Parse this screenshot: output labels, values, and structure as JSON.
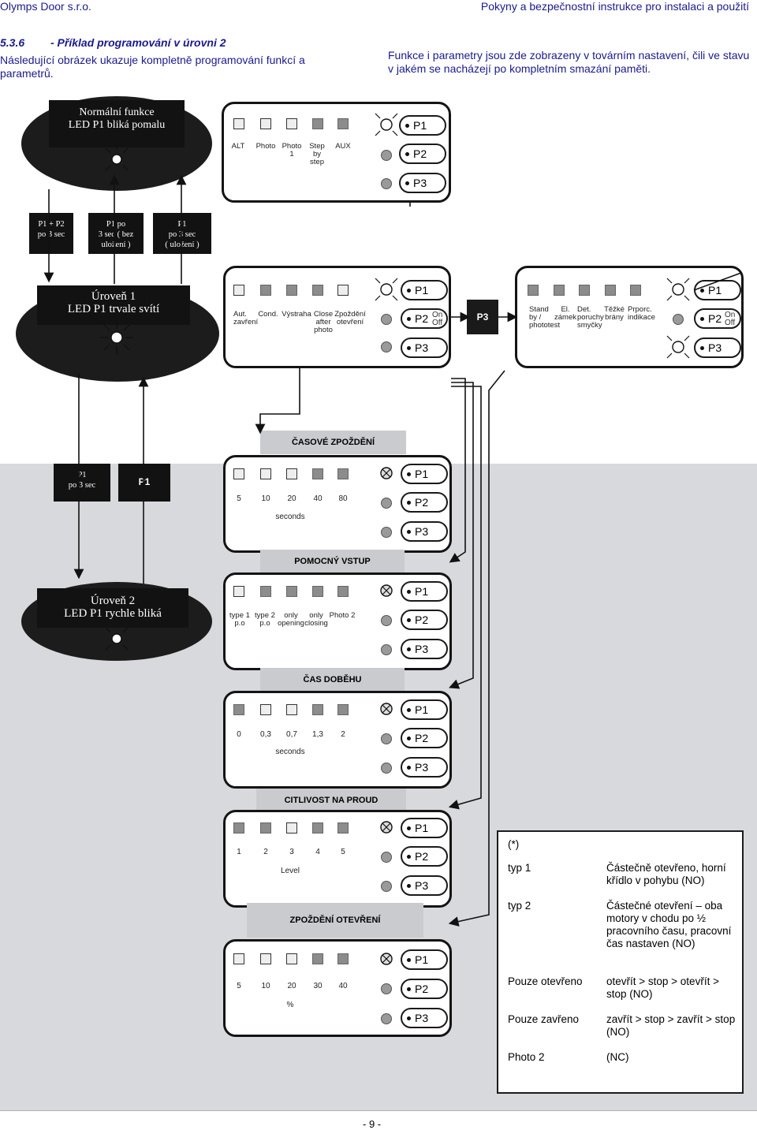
{
  "header": {
    "left": "Olymps Door s.r.o.",
    "right": "Pokyny a bezpečnostní instrukce pro instalaci a použití"
  },
  "section": {
    "number": "5.3.6",
    "title": "-  Příklad programování v úrovni 2",
    "intro_left_1": "Následující obrázek ukazuje kompletně programování funkcí a",
    "intro_left_2": "parametrů.",
    "intro_right_1": "Funkce i parametry jsou zde zobrazeny v továrním nastavení, čili ve stavu",
    "intro_right_2": "v jakém se nacházejí po kompletním smazání paměti."
  },
  "states": {
    "normal": {
      "line1": "Normální funkce",
      "line2": "LED P1 bliká pomalu"
    },
    "level1": {
      "line1": "Úroveň 1",
      "line2": "LED P1 trvale svítí"
    },
    "level2": {
      "line1": "Úroveň 2",
      "line2": "LED P1 rychle bliká"
    }
  },
  "actions": {
    "a1": [
      "P1 + P2",
      "po 3 sec"
    ],
    "a2": [
      "P1  po",
      "3 sec ( bez",
      "uložení )"
    ],
    "a3": [
      "P1",
      "po 3 sec",
      "( uložení )"
    ],
    "a4": [
      "P1",
      "po 3 sec"
    ],
    "a5": "P1"
  },
  "buttons": {
    "p1": "P1",
    "p2": "P2",
    "p3": "P3",
    "p3_dark": "P3",
    "on": "On",
    "off": "Off"
  },
  "panels": {
    "normal": [
      "ALT",
      "Photo",
      "Photo\n1",
      "Step\nby\nstep",
      "AUX"
    ],
    "level1_a": [
      "Aut.\nzavření",
      "Cond.",
      "Výstraha",
      "Close\nafter\nphoto",
      "Zpoždění\notevření"
    ],
    "level1_b": [
      "Stand\nby /\nphototest",
      "El.\nzámek",
      "Det.\nporuchy\nsmyčky",
      "Těžké\nbrány",
      "Prporc.\nindikace"
    ],
    "time_delay": {
      "title": "ČASOVÉ ZPOŽDĚNÍ",
      "labels": [
        "5",
        "10",
        "20",
        "40",
        "80"
      ],
      "unit": "seconds"
    },
    "aux_input": {
      "title": "POMOCNÝ VSTUP",
      "labels": [
        "type 1\np.o",
        "type 2\np.o",
        "only\nopening",
        "only\nclosing",
        "Photo 2"
      ]
    },
    "run_time": {
      "title": "ČAS DOBĚHU",
      "labels": [
        "0",
        "0,3",
        "0,7",
        "1,3",
        "2"
      ],
      "unit": "seconds"
    },
    "sensitivity": {
      "title": "CITLIVOST NA PROUD",
      "labels": [
        "1",
        "2",
        "3",
        "4",
        "5"
      ],
      "unit": "Level"
    },
    "open_delay": {
      "title": "ZPOŽDĚNÍ OTEVŘENÍ",
      "labels": [
        "5",
        "10",
        "20",
        "30",
        "40"
      ],
      "unit": "%"
    }
  },
  "table": {
    "note": "(*)",
    "rows": [
      {
        "k": "typ 1",
        "v": "Částečně otevřeno, horní křídlo v pohybu (NO)"
      },
      {
        "k": "typ 2",
        "v": "Částečné otevření – oba motory v chodu po ½ pracovního času, pracovní čas nastaven (NO)"
      },
      {
        "k": "Pouze otevřeno",
        "v": "otevřít > stop > otevřít > stop (NO)"
      },
      {
        "k": "Pouze zavřeno",
        "v": "zavřít > stop > zavřít > stop (NO)"
      },
      {
        "k": "Photo 2",
        "v": "(NC)"
      }
    ]
  },
  "footer": {
    "page": "- 9 -"
  },
  "colors": {
    "text_blue": "#1a1a8c",
    "background_grey": "#d7d9dd",
    "dark": "#1c1c1c"
  }
}
